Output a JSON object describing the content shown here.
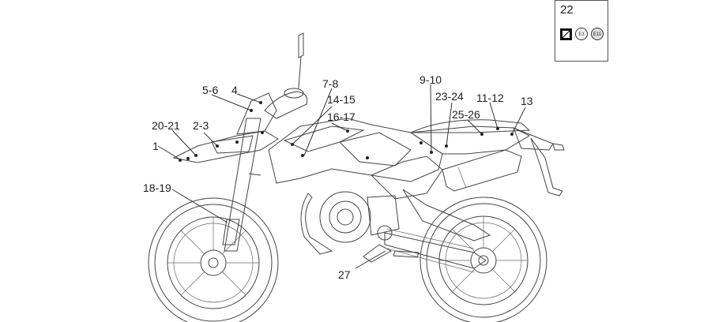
{
  "callouts": [
    {
      "id": "1",
      "text": "1"
    },
    {
      "id": "2-3",
      "text": "2-3"
    },
    {
      "id": "4",
      "text": "4"
    },
    {
      "id": "5-6",
      "text": "5-6"
    },
    {
      "id": "7-8",
      "text": "7-8"
    },
    {
      "id": "9-10",
      "text": "9-10"
    },
    {
      "id": "11-12",
      "text": "11-12"
    },
    {
      "id": "13",
      "text": "13"
    },
    {
      "id": "14-15",
      "text": "14-15"
    },
    {
      "id": "16-17",
      "text": "16-17"
    },
    {
      "id": "18-19",
      "text": "18-19"
    },
    {
      "id": "20-21",
      "text": "20-21"
    },
    {
      "id": "23-24",
      "text": "23-24"
    },
    {
      "id": "25-26",
      "text": "25-26"
    },
    {
      "id": "27",
      "text": "27"
    }
  ],
  "inset": {
    "number": "22",
    "badges": [
      {
        "icon": "decal-square-icon"
      },
      {
        "text": "E3"
      },
      {
        "text": "E11"
      }
    ]
  }
}
